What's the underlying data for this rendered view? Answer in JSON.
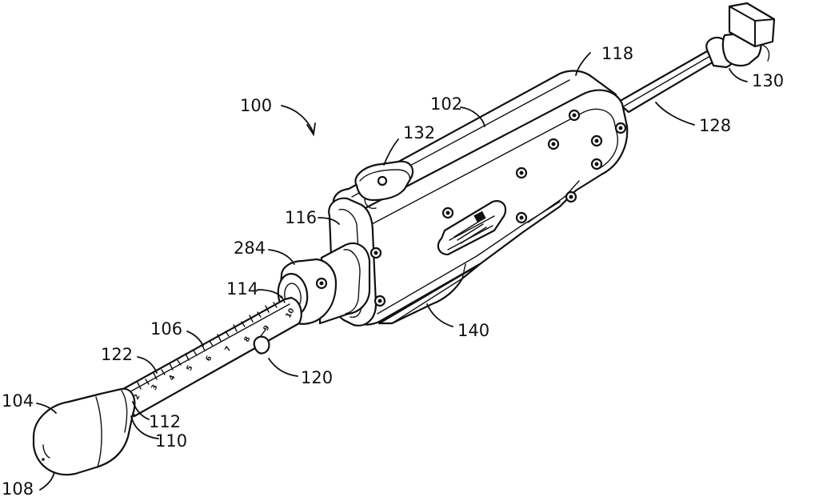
{
  "figure": {
    "reference_numerals": {
      "r100": "100",
      "r102": "102",
      "r104": "104",
      "r106": "106",
      "r108": "108",
      "r110": "110",
      "r112": "112",
      "r114": "114",
      "r116": "116",
      "r118": "118",
      "r120": "120",
      "r122": "122",
      "r128": "128",
      "r130": "130",
      "r132": "132",
      "r140": "140",
      "r284": "284"
    },
    "scale_marks": [
      "2",
      "3",
      "4",
      "5",
      "6",
      "7",
      "8",
      "9",
      "10"
    ]
  }
}
